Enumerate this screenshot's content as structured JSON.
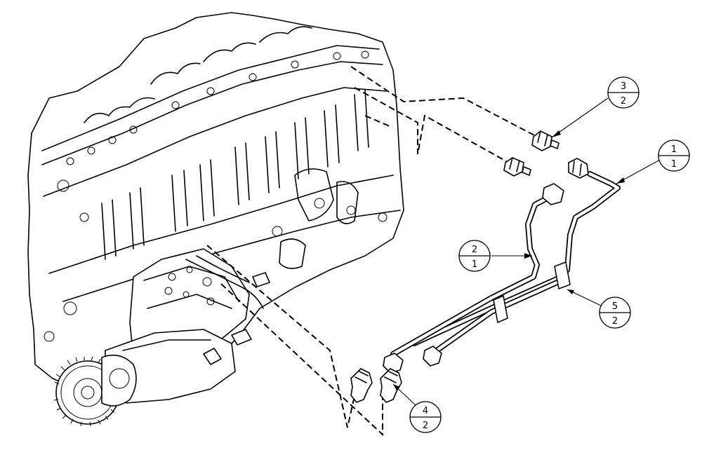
{
  "callouts": [
    {
      "item": "1",
      "qty": "1"
    },
    {
      "item": "2",
      "qty": "1"
    },
    {
      "item": "3",
      "qty": "2"
    },
    {
      "item": "4",
      "qty": "2"
    },
    {
      "item": "5",
      "qty": "2"
    }
  ]
}
